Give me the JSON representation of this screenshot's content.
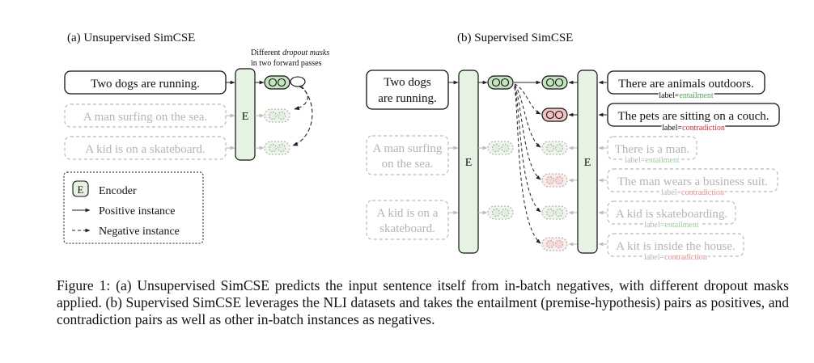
{
  "panel_a": {
    "title": "(a) Unsupervised SimCSE",
    "note_line1_pre": "Different ",
    "note_line1_em": "dropout masks",
    "note_line2": "in two forward passes",
    "sentences": [
      "Two dogs are running.",
      "A man surfing on the sea.",
      "A kid is on a skateboard."
    ],
    "encoder": "E"
  },
  "legend": {
    "encoder_symbol": "E",
    "encoder_label": "Encoder",
    "positive_label": "Positive instance",
    "negative_label": "Negative instance"
  },
  "panel_b": {
    "title": "(b) Supervised SimCSE",
    "inputs": [
      [
        "Two dogs",
        "are running."
      ],
      [
        "A man surfing",
        "on the sea."
      ],
      [
        "A kid is on a",
        "skateboard."
      ]
    ],
    "encoder": "E",
    "hypotheses": [
      {
        "text": "There are animals outdoors.",
        "label": "entailment"
      },
      {
        "text": "The pets are sitting on a couch.",
        "label": "contradiction"
      },
      {
        "text": "There is a man.",
        "label": "entailment"
      },
      {
        "text": "The man wears a business suit.",
        "label": "contradiction"
      },
      {
        "text": "A kid is skateboarding.",
        "label": "entailment"
      },
      {
        "text": "A kit is inside the house.",
        "label": "contradiction"
      }
    ],
    "label_prefix": "label="
  },
  "colors": {
    "entailment": "#5aa05a",
    "contradiction": "#d03030",
    "green_fill": "#c5e3c0",
    "red_fill": "#f3c3c3",
    "encoder_fill": "#e6f2e2",
    "faded": "#b4b4b4"
  },
  "caption": "Figure 1: (a) Unsupervised SimCSE predicts the input sentence itself from in-batch negatives, with different dropout masks applied. (b) Supervised SimCSE leverages the NLI datasets and takes the entailment (premise-hypothesis) pairs as positives, and contradiction pairs as well as other in-batch instances as negatives."
}
